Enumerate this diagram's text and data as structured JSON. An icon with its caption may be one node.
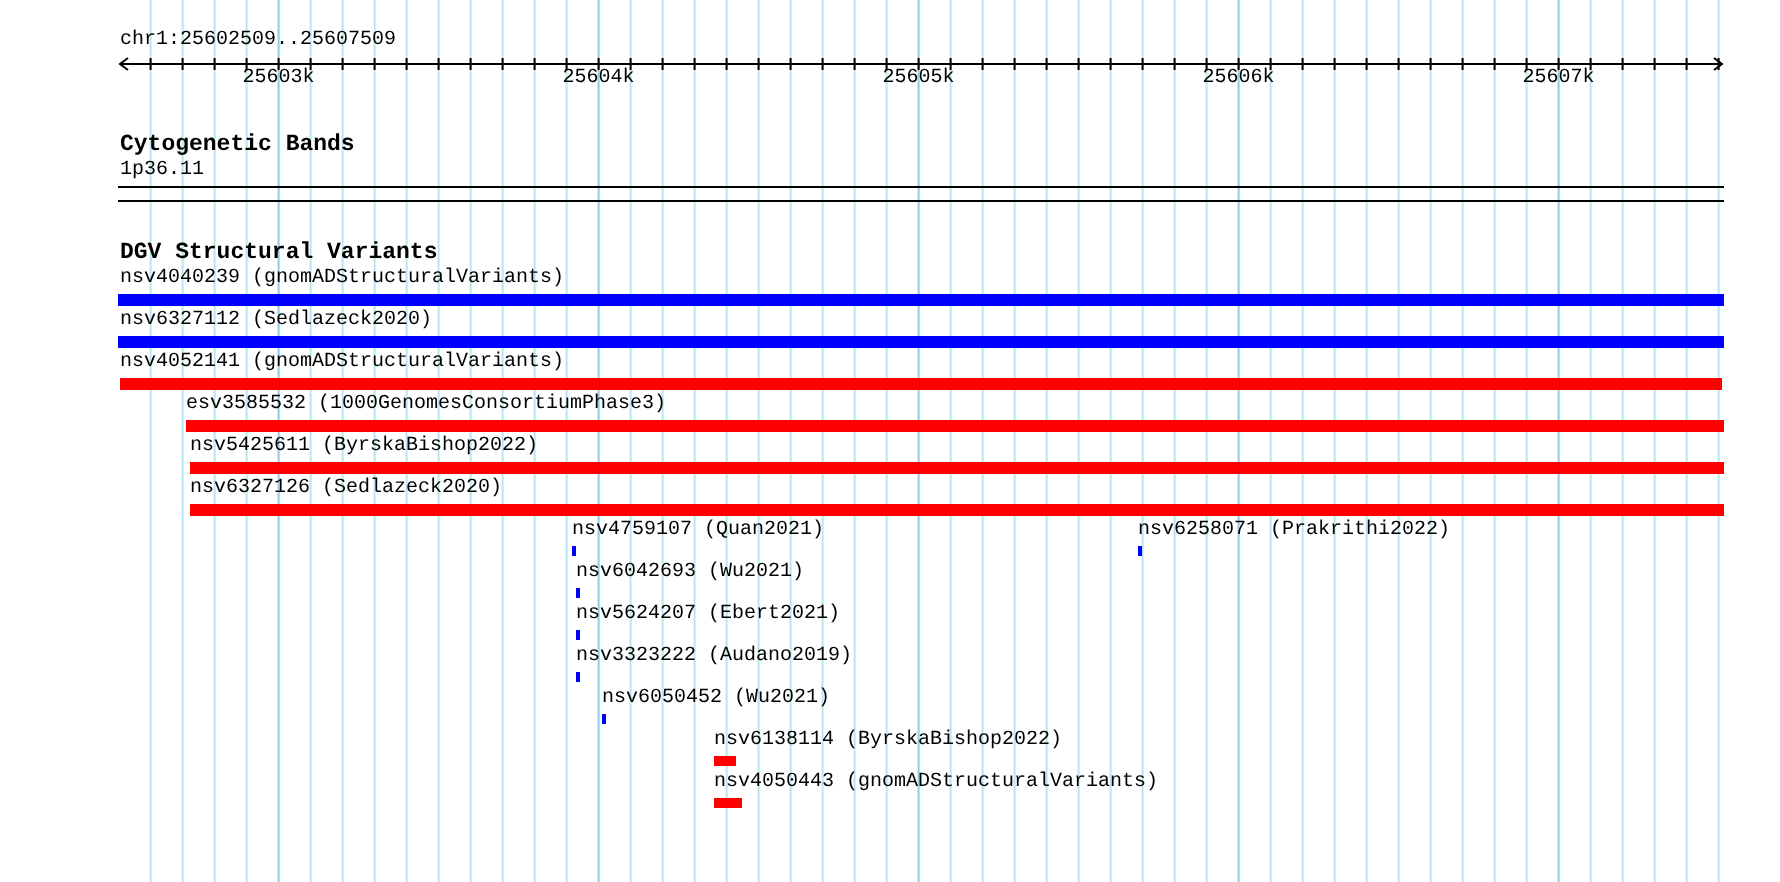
{
  "diagram": {
    "nodes": [
      {
        "text": [
          "1p36.11"
        ]
      },
      {
        "text": [
          "nsv4040239 (gnomADStructuralVariants)"
        ]
      },
      {
        "text": [
          "nsv6327112 (Sedlazeck2020)"
        ]
      },
      {
        "text": [
          "nsv4052141 (gnomADStructuralVariants)"
        ]
      },
      {
        "text": [
          "esv3585532 (1000GenomesConsortiumPhase3)"
        ]
      },
      {
        "text": [
          "nsv5425611 (ByrskaBishop2022)"
        ]
      },
      {
        "text": [
          "nsv6327126 (Sedlazeck2020)"
        ]
      },
      {
        "text": [
          "nsv4759107 (Quan2021)"
        ]
      },
      {
        "text": [
          "nsv6258071 (Prakrithi2022)"
        ]
      },
      {
        "text": [
          "nsv6042693 (Wu2021)"
        ]
      },
      {
        "text": [
          "nsv5624207 (Ebert2021)"
        ]
      },
      {
        "text": [
          "nsv3323222 (Audano2019)"
        ]
      },
      {
        "text": [
          "nsv6050452 (Wu2021)"
        ]
      },
      {
        "text": [
          "nsv6138114 (ByrskaBishop2022)"
        ]
      },
      {
        "text": [
          "nsv4050443 (gnomADStructuralVariants)"
        ]
      }
    ],
    "labels": [
      "chr1:25602509..25607509",
      "25603k",
      "25604k",
      "25605k",
      "25606k",
      "25607k",
      "Cytogenetic Bands",
      "DGV Structural Variants"
    ]
  }
}
